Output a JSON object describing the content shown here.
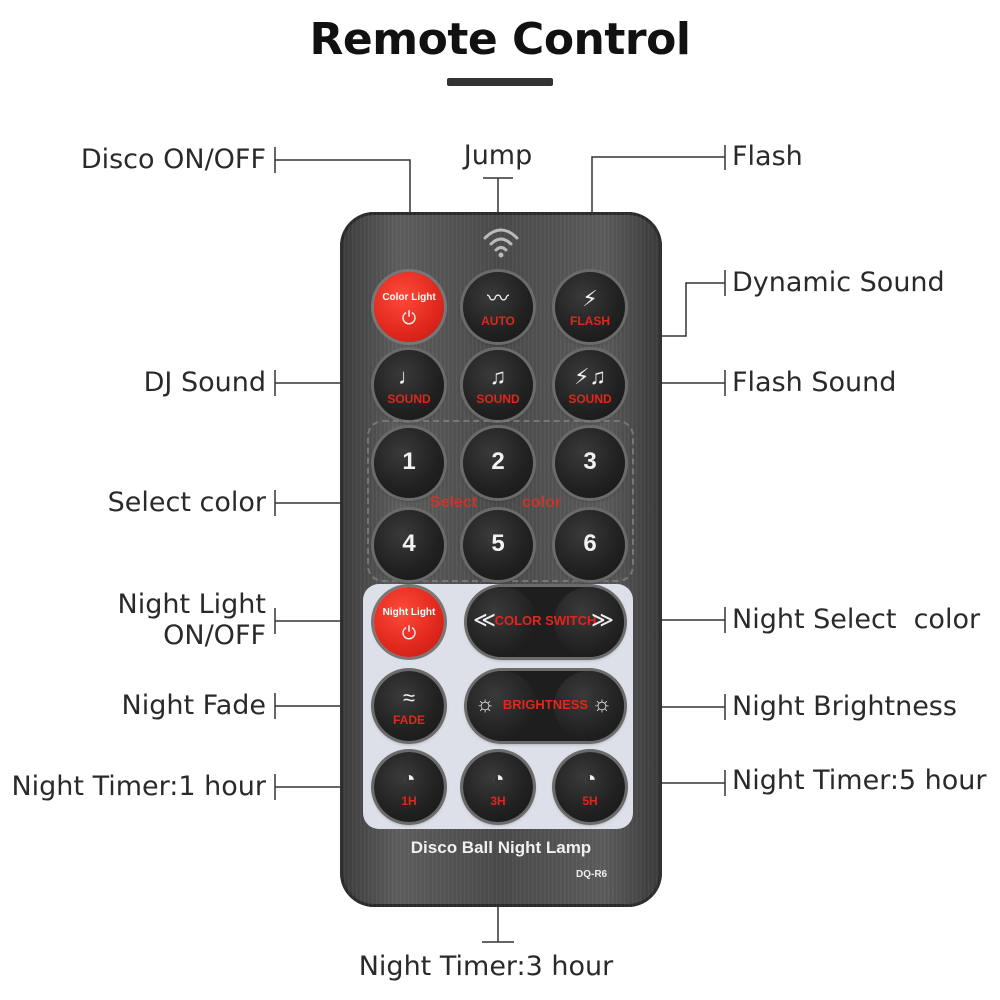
{
  "title": "Remote Control",
  "labels": {
    "disco_on_off": "Disco ON/OFF",
    "jump": "Jump",
    "flash": "Flash",
    "dynamic_sound": "Dynamic Sound",
    "dj_sound": "DJ Sound",
    "flash_sound": "Flash Sound",
    "select_color": "Select color",
    "night_light_line1": "Night Light",
    "night_light_line2": "ON/OFF",
    "night_select_color": "Night Select  color",
    "night_fade": "Night Fade",
    "night_brightness": "Night Brightness",
    "night_timer_1": "Night Timer:1 hour",
    "night_timer_5": "Night Timer:5 hour",
    "night_timer_3": "Night Timer:3 hour"
  },
  "remote": {
    "buttons": {
      "color_light": {
        "top": "Color Light",
        "symbol": "⏻"
      },
      "auto": {
        "symbol": "〰",
        "caption": "AUTO"
      },
      "flash": {
        "symbol": "⚡",
        "caption": "FLASH"
      },
      "sound1": {
        "symbol": "♩",
        "caption": "SOUND"
      },
      "sound2": {
        "symbol": "♫",
        "caption": "SOUND"
      },
      "sound3": {
        "symbol": "⚡♫",
        "caption": "SOUND"
      },
      "num1": "1",
      "num2": "2",
      "num3": "3",
      "num4": "4",
      "num5": "5",
      "num6": "6",
      "night_light": {
        "top": "Night Light",
        "symbol": "⏻"
      },
      "fade": {
        "symbol": "≈",
        "caption": "FADE"
      },
      "timer_1h": {
        "symbol": "◔",
        "caption": "1H"
      },
      "timer_3h": {
        "symbol": "◔",
        "caption": "3H"
      },
      "timer_5h": {
        "symbol": "◔",
        "caption": "5H"
      }
    },
    "color_switch": {
      "left": "≪",
      "label": "COLOR SWITCH",
      "right": "≫"
    },
    "brightness": {
      "left": "☼",
      "label": "BRIGHTNESS",
      "right": "☼"
    },
    "select_word": "Select",
    "color_word": "color",
    "brand": "Disco Ball Night Lamp",
    "model": "DQ-R6"
  },
  "colors": {
    "accent_red": "#e2261b",
    "panel": "#dde0e8",
    "body": "#4a4a4a"
  }
}
